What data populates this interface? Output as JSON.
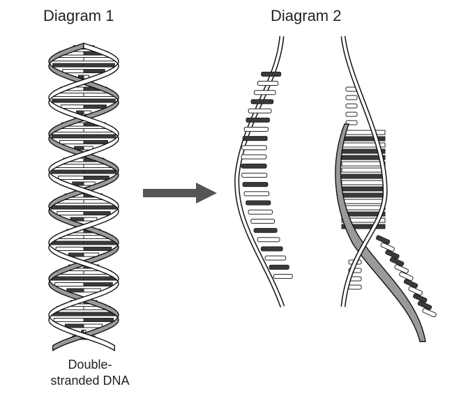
{
  "diagram1": {
    "title": "Diagram 1",
    "caption_line1": "Double-",
    "caption_line2": "stranded DNA"
  },
  "diagram2": {
    "title": "Diagram 2"
  },
  "arrow": {
    "direction": "right"
  }
}
